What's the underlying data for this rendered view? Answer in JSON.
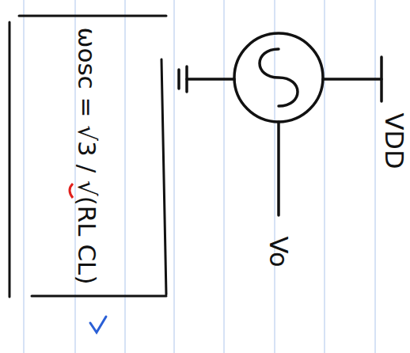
{
  "diagram": {
    "nodes": [
      {
        "text": [
          "ωosc = √3 / √(RL CL)"
        ]
      }
    ],
    "labels": [
      "VDD",
      "Vo"
    ]
  }
}
